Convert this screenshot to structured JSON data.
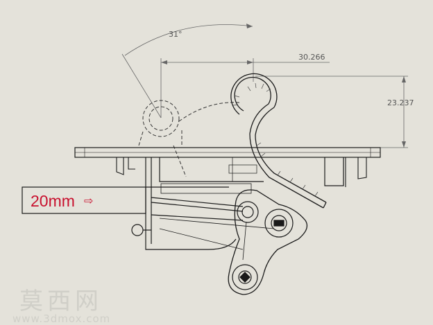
{
  "dimensions": {
    "angle": "31°",
    "horizontal": "30.266",
    "vertical": "23.237"
  },
  "callout": {
    "label": "20mm",
    "arrow": "⇨"
  },
  "watermark": {
    "chinese": "莫西网",
    "url": "www.3dmox.com"
  },
  "colors": {
    "background": "#e4e2da",
    "line": "#1a1a1a",
    "callout": "#c8102e"
  }
}
